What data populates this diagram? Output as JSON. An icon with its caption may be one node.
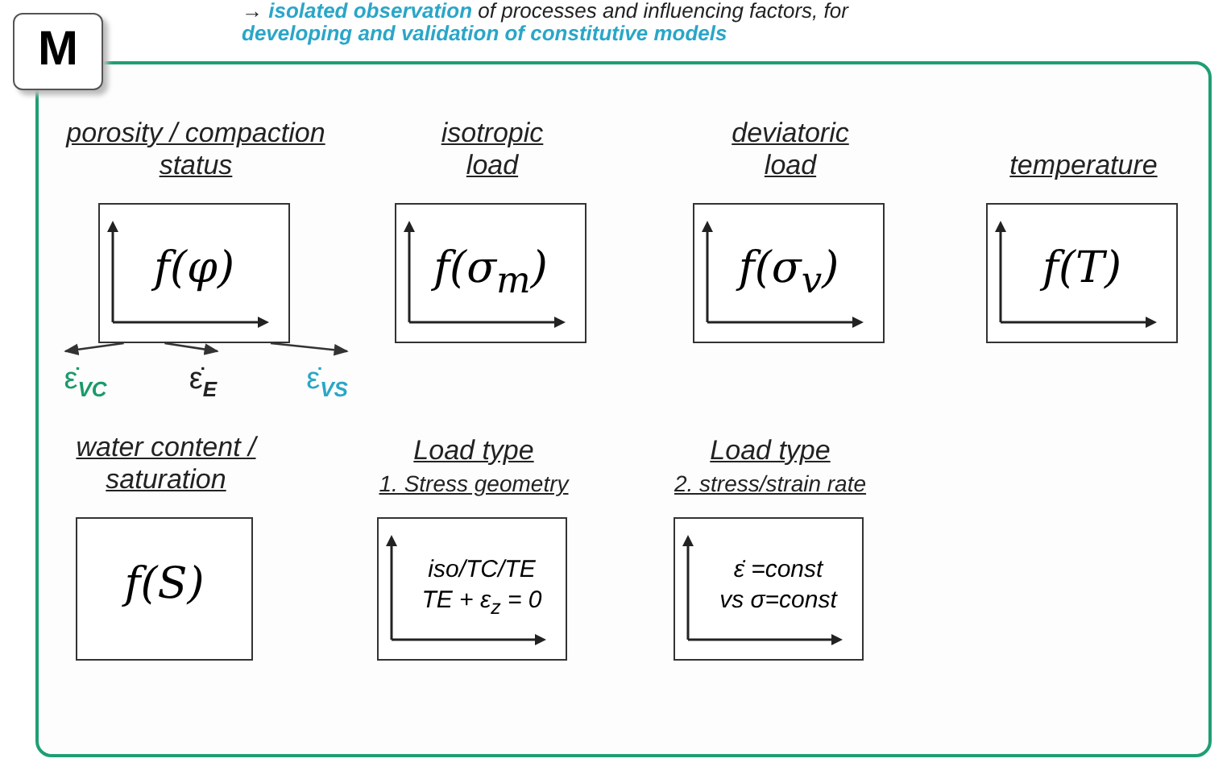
{
  "diagram": {
    "title": "→ **isolated observation** of processes and influencing factors, for **developing and validation of constitutive models**",
    "nodes": [
      {
        "text": [],
        "shape": "box"
      },
      {
        "text": [
          "M"
        ]
      },
      {
        "text": [
          "porosity / compaction status",
          "f(φ)"
        ],
        "in": 0
      },
      {
        "text": [
          "isotropic load",
          "f(σ$_{m}$)"
        ],
        "in": 0
      },
      {
        "text": [
          "deviatoric load",
          "f(σ$_{v}$)"
        ],
        "in": 0
      },
      {
        "text": [
          "temperature",
          "f(T)"
        ],
        "in": 0
      },
      {
        "text": [
          "ε̇$_{VC}$"
        ],
        "in": 0
      },
      {
        "text": [
          "ε̇$_{E}$"
        ],
        "in": 0
      },
      {
        "text": [
          "ε̇$_{VS}$"
        ],
        "in": 0
      },
      {
        "text": [
          "water content / saturation",
          "f(S)"
        ],
        "in": 0
      },
      {
        "text": [
          "Load type",
          "1. Stress geometry",
          "iso/TC/TE",
          "TE +  ε$_{z}$ = 0"
        ],
        "in": 0
      },
      {
        "text": [
          "Load type",
          "2. stress/strain rate",
          "ε̇ =const",
          "vs σ=const"
        ],
        "in": 0
      }
    ],
    "edges": [
      {
        "from": 2,
        "to": 6,
        "arrow": "to"
      },
      {
        "from": 2,
        "to": 7,
        "arrow": "to"
      },
      {
        "from": 2,
        "to": 8,
        "arrow": "to"
      }
    ]
  }
}
